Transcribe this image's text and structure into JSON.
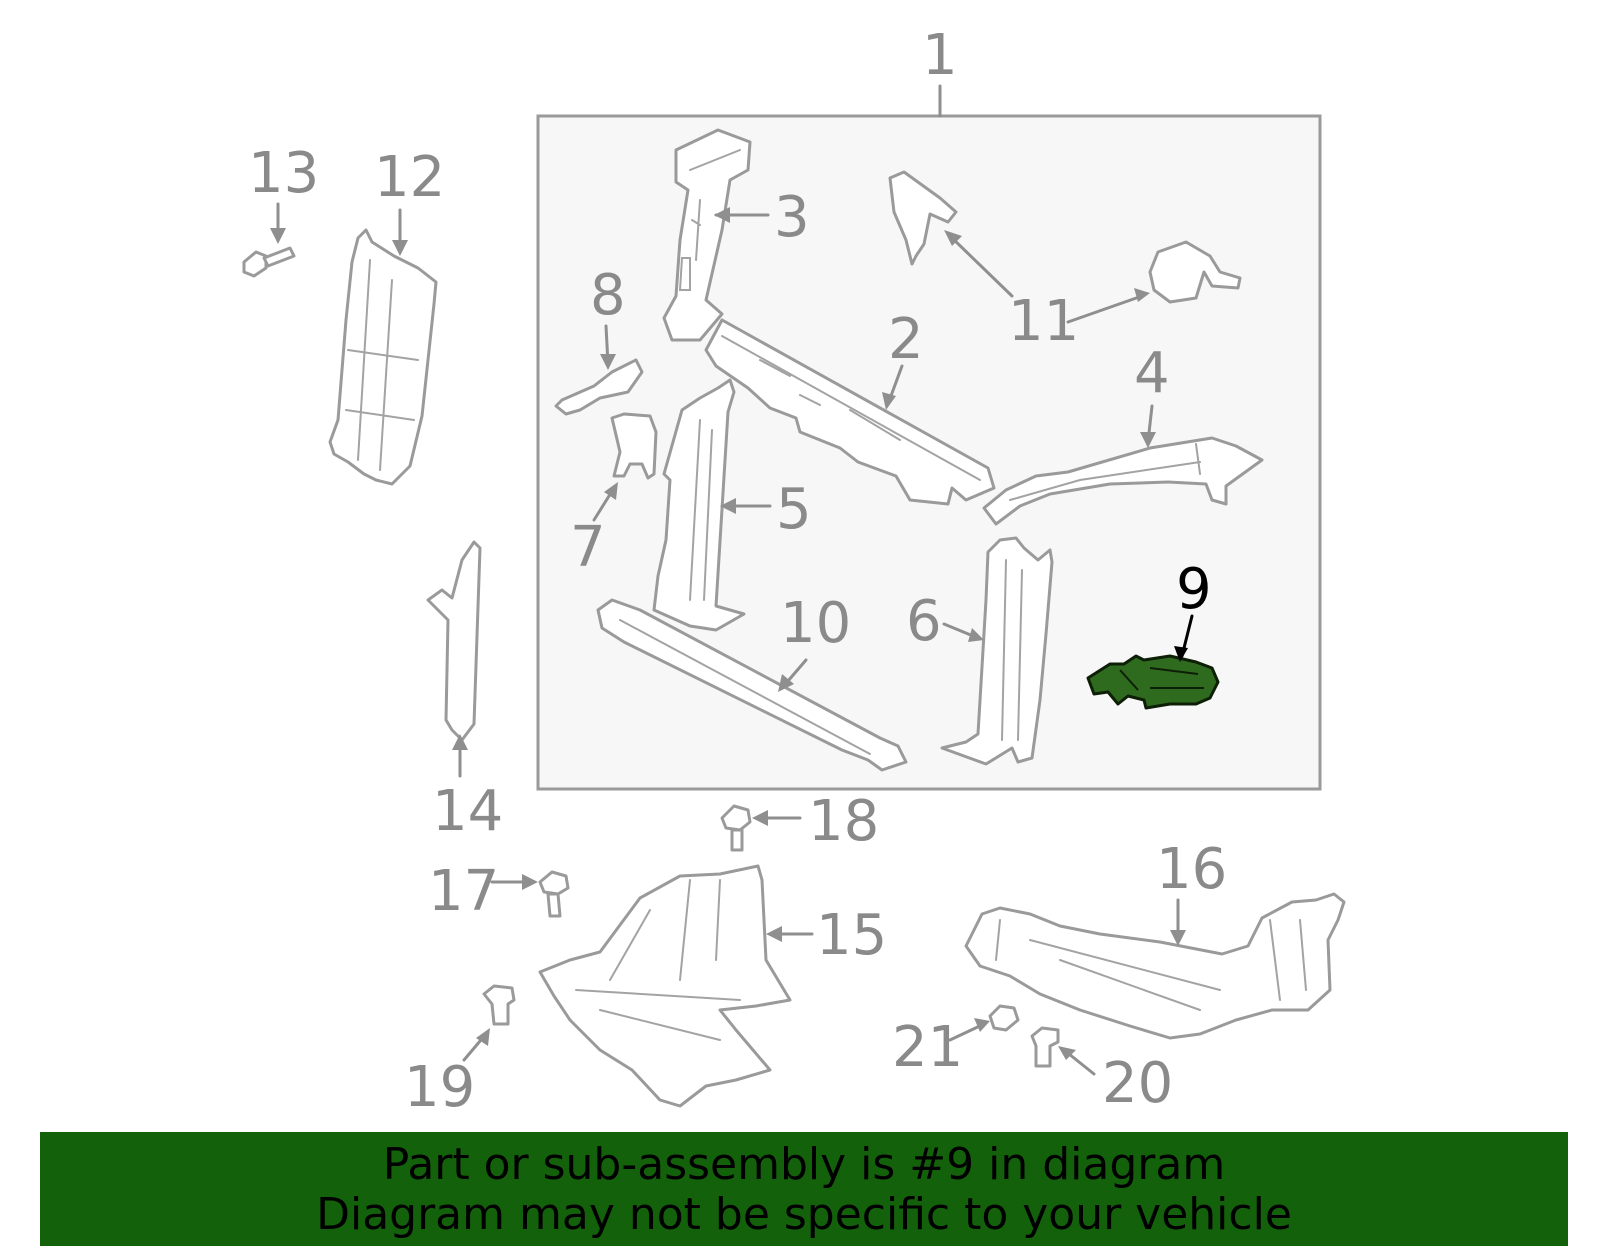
{
  "callouts": {
    "c1": "1",
    "c2": "2",
    "c3": "3",
    "c4": "4",
    "c5": "5",
    "c6": "6",
    "c7": "7",
    "c8": "8",
    "c9": "9",
    "c10": "10",
    "c11": "11",
    "c12": "12",
    "c13": "13",
    "c14": "14",
    "c15": "15",
    "c16": "16",
    "c17": "17",
    "c18": "18",
    "c19": "19",
    "c20": "20",
    "c21": "21"
  },
  "highlighted_part": "9",
  "colors": {
    "highlight_fill": "#2f6b1e",
    "banner_background": "#14610b",
    "assembly_box_fill": "#f7f7f7",
    "line_gray": "#9a9a9a"
  },
  "banner": {
    "line1": "Part or sub-assembly is #9 in diagram",
    "line2": "Diagram may not be specific to your vehicle"
  }
}
